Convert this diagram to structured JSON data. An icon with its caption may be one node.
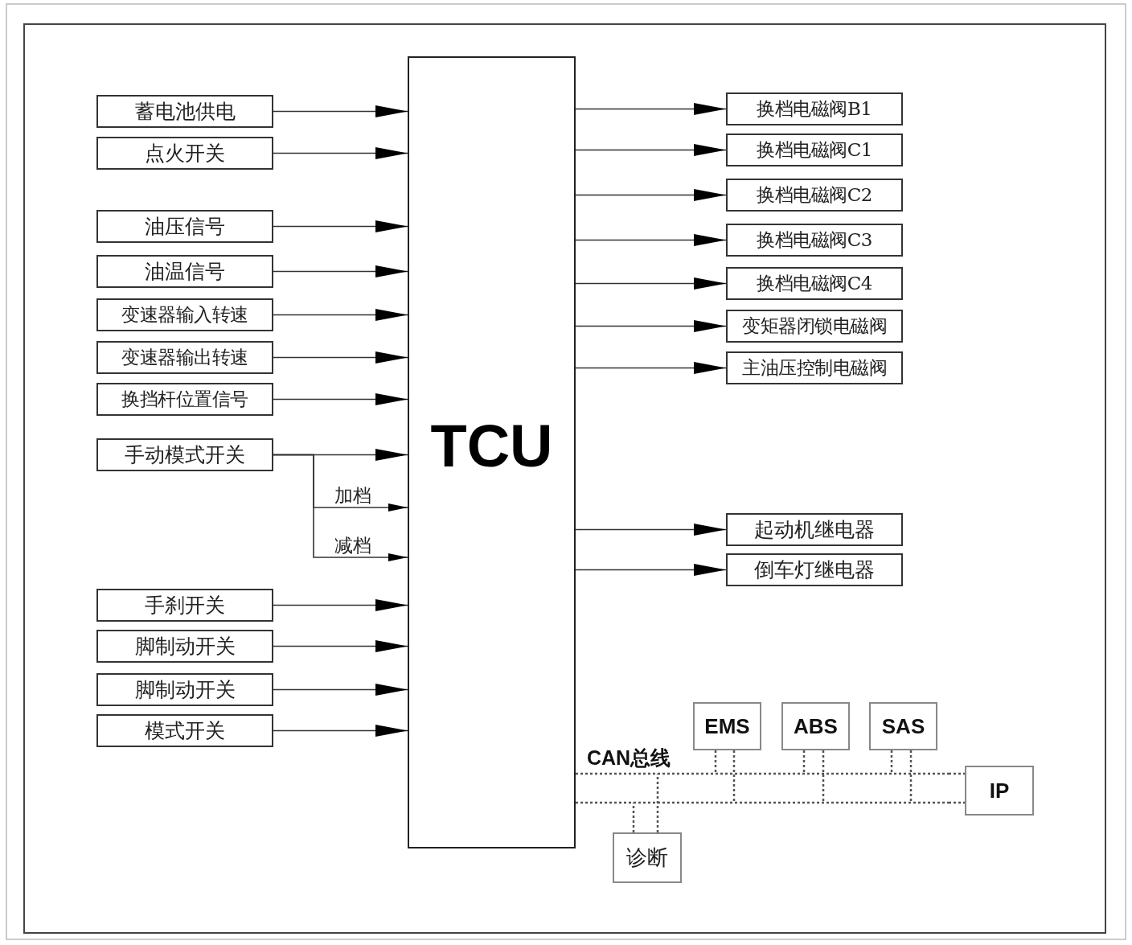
{
  "diagram": {
    "nodes": [
      {
        "text": [
          "TCU"
        ]
      },
      {
        "text": [
          "蓄电池供电"
        ]
      },
      {
        "text": [
          "点火开关"
        ]
      },
      {
        "text": [
          "油压信号"
        ]
      },
      {
        "text": [
          "油温信号"
        ]
      },
      {
        "text": [
          "变速器输入转速"
        ]
      },
      {
        "text": [
          "变速器输出转速"
        ]
      },
      {
        "text": [
          "换挡杆位置信号"
        ]
      },
      {
        "text": [
          "手动模式开关"
        ]
      },
      {
        "text": [
          "手刹开关"
        ]
      },
      {
        "text": [
          "脚制动开关"
        ]
      },
      {
        "text": [
          "脚制动开关"
        ]
      },
      {
        "text": [
          "模式开关"
        ]
      },
      {
        "text": [
          "换档电磁阀B1"
        ]
      },
      {
        "text": [
          "换档电磁阀C1"
        ]
      },
      {
        "text": [
          "换档电磁阀C2"
        ]
      },
      {
        "text": [
          "换档电磁阀C3"
        ]
      },
      {
        "text": [
          "换档电磁阀C4"
        ]
      },
      {
        "text": [
          "变矩器闭锁电磁阀"
        ]
      },
      {
        "text": [
          "主油压控制电磁阀"
        ]
      },
      {
        "text": [
          "起动机继电器"
        ]
      },
      {
        "text": [
          "倒车灯继电器"
        ]
      },
      {
        "text": [
          "EMS"
        ]
      },
      {
        "text": [
          "ABS"
        ]
      },
      {
        "text": [
          "SAS"
        ]
      },
      {
        "text": [],
        "shape": "bar"
      },
      {
        "text": [
          "IP"
        ]
      },
      {
        "text": [
          "诊断"
        ]
      }
    ],
    "edges": [
      {
        "from": 1,
        "to": 0,
        "arrow": "to"
      },
      {
        "from": 2,
        "to": 0,
        "arrow": "to"
      },
      {
        "from": 3,
        "to": 0,
        "arrow": "to"
      },
      {
        "from": 4,
        "to": 0,
        "arrow": "to"
      },
      {
        "from": 5,
        "to": 0,
        "arrow": "to"
      },
      {
        "from": 6,
        "to": 0,
        "arrow": "to"
      },
      {
        "from": 7,
        "to": 0,
        "arrow": "to"
      },
      {
        "from": 8,
        "to": 0,
        "arrow": "to"
      },
      {
        "from": 9,
        "to": 0,
        "arrow": "to"
      },
      {
        "from": 10,
        "to": 0,
        "arrow": "to"
      },
      {
        "from": 11,
        "to": 0,
        "arrow": "to"
      },
      {
        "from": 12,
        "to": 0,
        "arrow": "to"
      },
      {
        "from": 8,
        "to": 0,
        "arrow": "to",
        "label": "加档"
      },
      {
        "from": 8,
        "to": 0,
        "arrow": "to",
        "label": "减档"
      },
      {
        "from": 0,
        "to": 13,
        "arrow": "to"
      },
      {
        "from": 0,
        "to": 14,
        "arrow": "to"
      },
      {
        "from": 0,
        "to": 15,
        "arrow": "to"
      },
      {
        "from": 0,
        "to": 16,
        "arrow": "to"
      },
      {
        "from": 0,
        "to": 17,
        "arrow": "to"
      },
      {
        "from": 0,
        "to": 18,
        "arrow": "to"
      },
      {
        "from": 0,
        "to": 19,
        "arrow": "to"
      },
      {
        "from": 0,
        "to": 20,
        "arrow": "to"
      },
      {
        "from": 0,
        "to": 21,
        "arrow": "to"
      },
      {
        "from": 22,
        "to": 25,
        "arrow": "none",
        "style": "dashed"
      },
      {
        "from": 23,
        "to": 25,
        "arrow": "none",
        "style": "dashed"
      },
      {
        "from": 24,
        "to": 25,
        "arrow": "none",
        "style": "dashed"
      },
      {
        "from": 0,
        "to": 25,
        "arrow": "none",
        "style": "dashed"
      },
      {
        "from": 25,
        "to": 26,
        "arrow": "none",
        "style": "dashed"
      },
      {
        "from": 27,
        "to": 25,
        "arrow": "none",
        "style": "dashed"
      }
    ],
    "labels": [
      "CAN总线"
    ]
  }
}
